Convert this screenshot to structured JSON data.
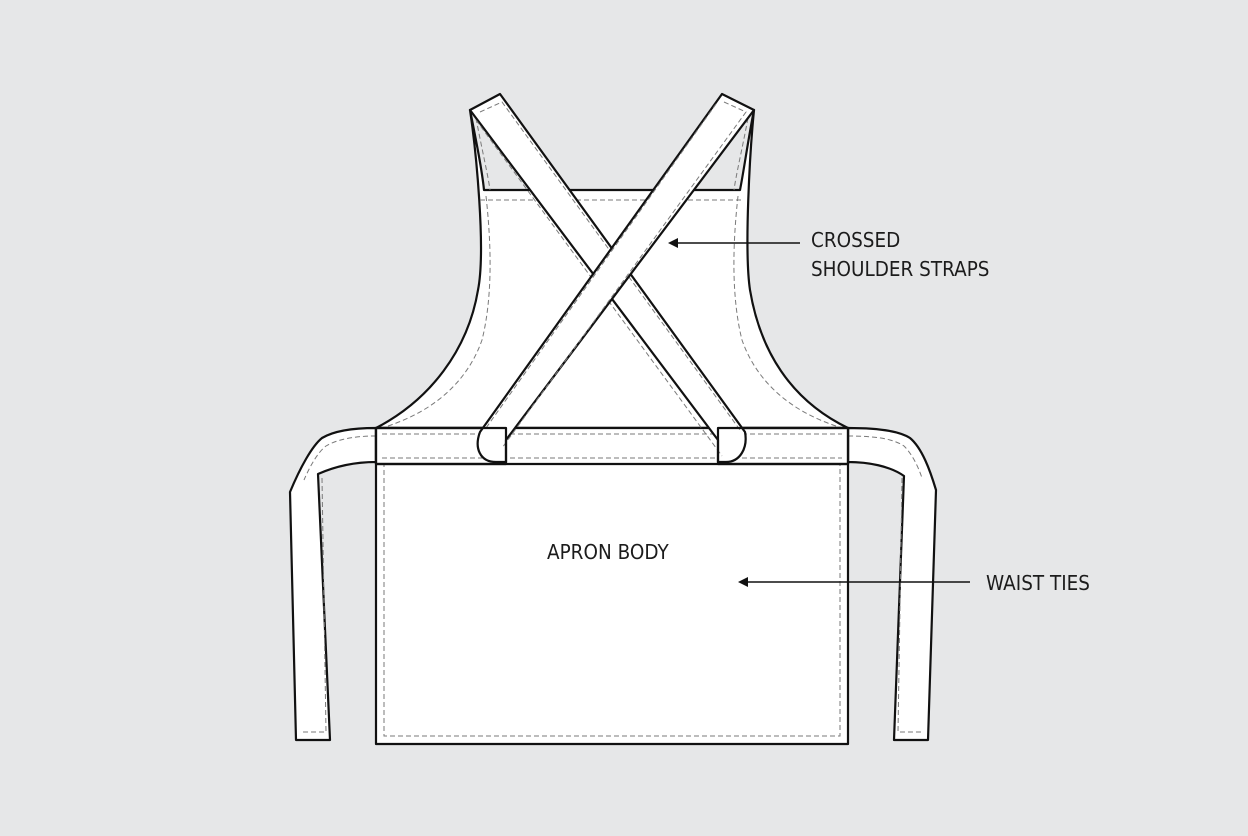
{
  "diagram": {
    "type": "technical-flat-sketch",
    "subject": "Cross-back apron",
    "colors": {
      "background": "#e6e7e8",
      "fabric": "#ffffff",
      "outline": "#111111",
      "stitch": "#777777",
      "text": "#1c1c1c"
    }
  },
  "labels": {
    "crossed_straps": {
      "line1": "CROSSED",
      "line2": "SHOULDER STRAPS"
    },
    "apron_body": "APRON BODY",
    "waist_ties": "WAIST TIES"
  },
  "parts": [
    "crossed shoulder straps",
    "bib",
    "waistband",
    "apron body",
    "left waist tie",
    "right waist tie"
  ]
}
